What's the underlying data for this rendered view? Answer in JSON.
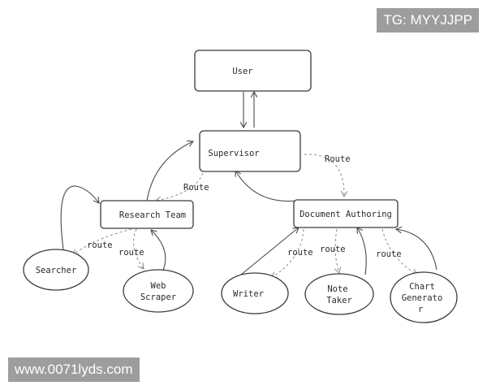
{
  "nodes": {
    "user": "User",
    "supervisor": "Supervisor",
    "research_team": "Research Team",
    "document_authoring": "Document Authoring",
    "searcher": "Searcher",
    "web_scraper": [
      "Web",
      "Scraper"
    ],
    "writer": "Writer",
    "note_taker": [
      "Note",
      "Taker"
    ],
    "chart_generator": [
      "Chart",
      "Generato",
      "r"
    ]
  },
  "edge_labels": {
    "supervisor_to_document": "Route",
    "supervisor_to_research": "Route",
    "research_to_searcher": "route",
    "research_to_web_scraper": "route",
    "document_to_writer": "route",
    "document_to_note_taker": "route",
    "document_to_chart_generator": "route"
  },
  "watermarks": {
    "top_right": "TG: MYYJJPP",
    "bottom_left": "www.0071lyds.com"
  },
  "colors": {
    "stroke": "#3a3a3a",
    "dashed_stroke": "#8a8a8a",
    "watermark_bg": "#9d9d9d",
    "watermark_text": "#ffffff"
  }
}
